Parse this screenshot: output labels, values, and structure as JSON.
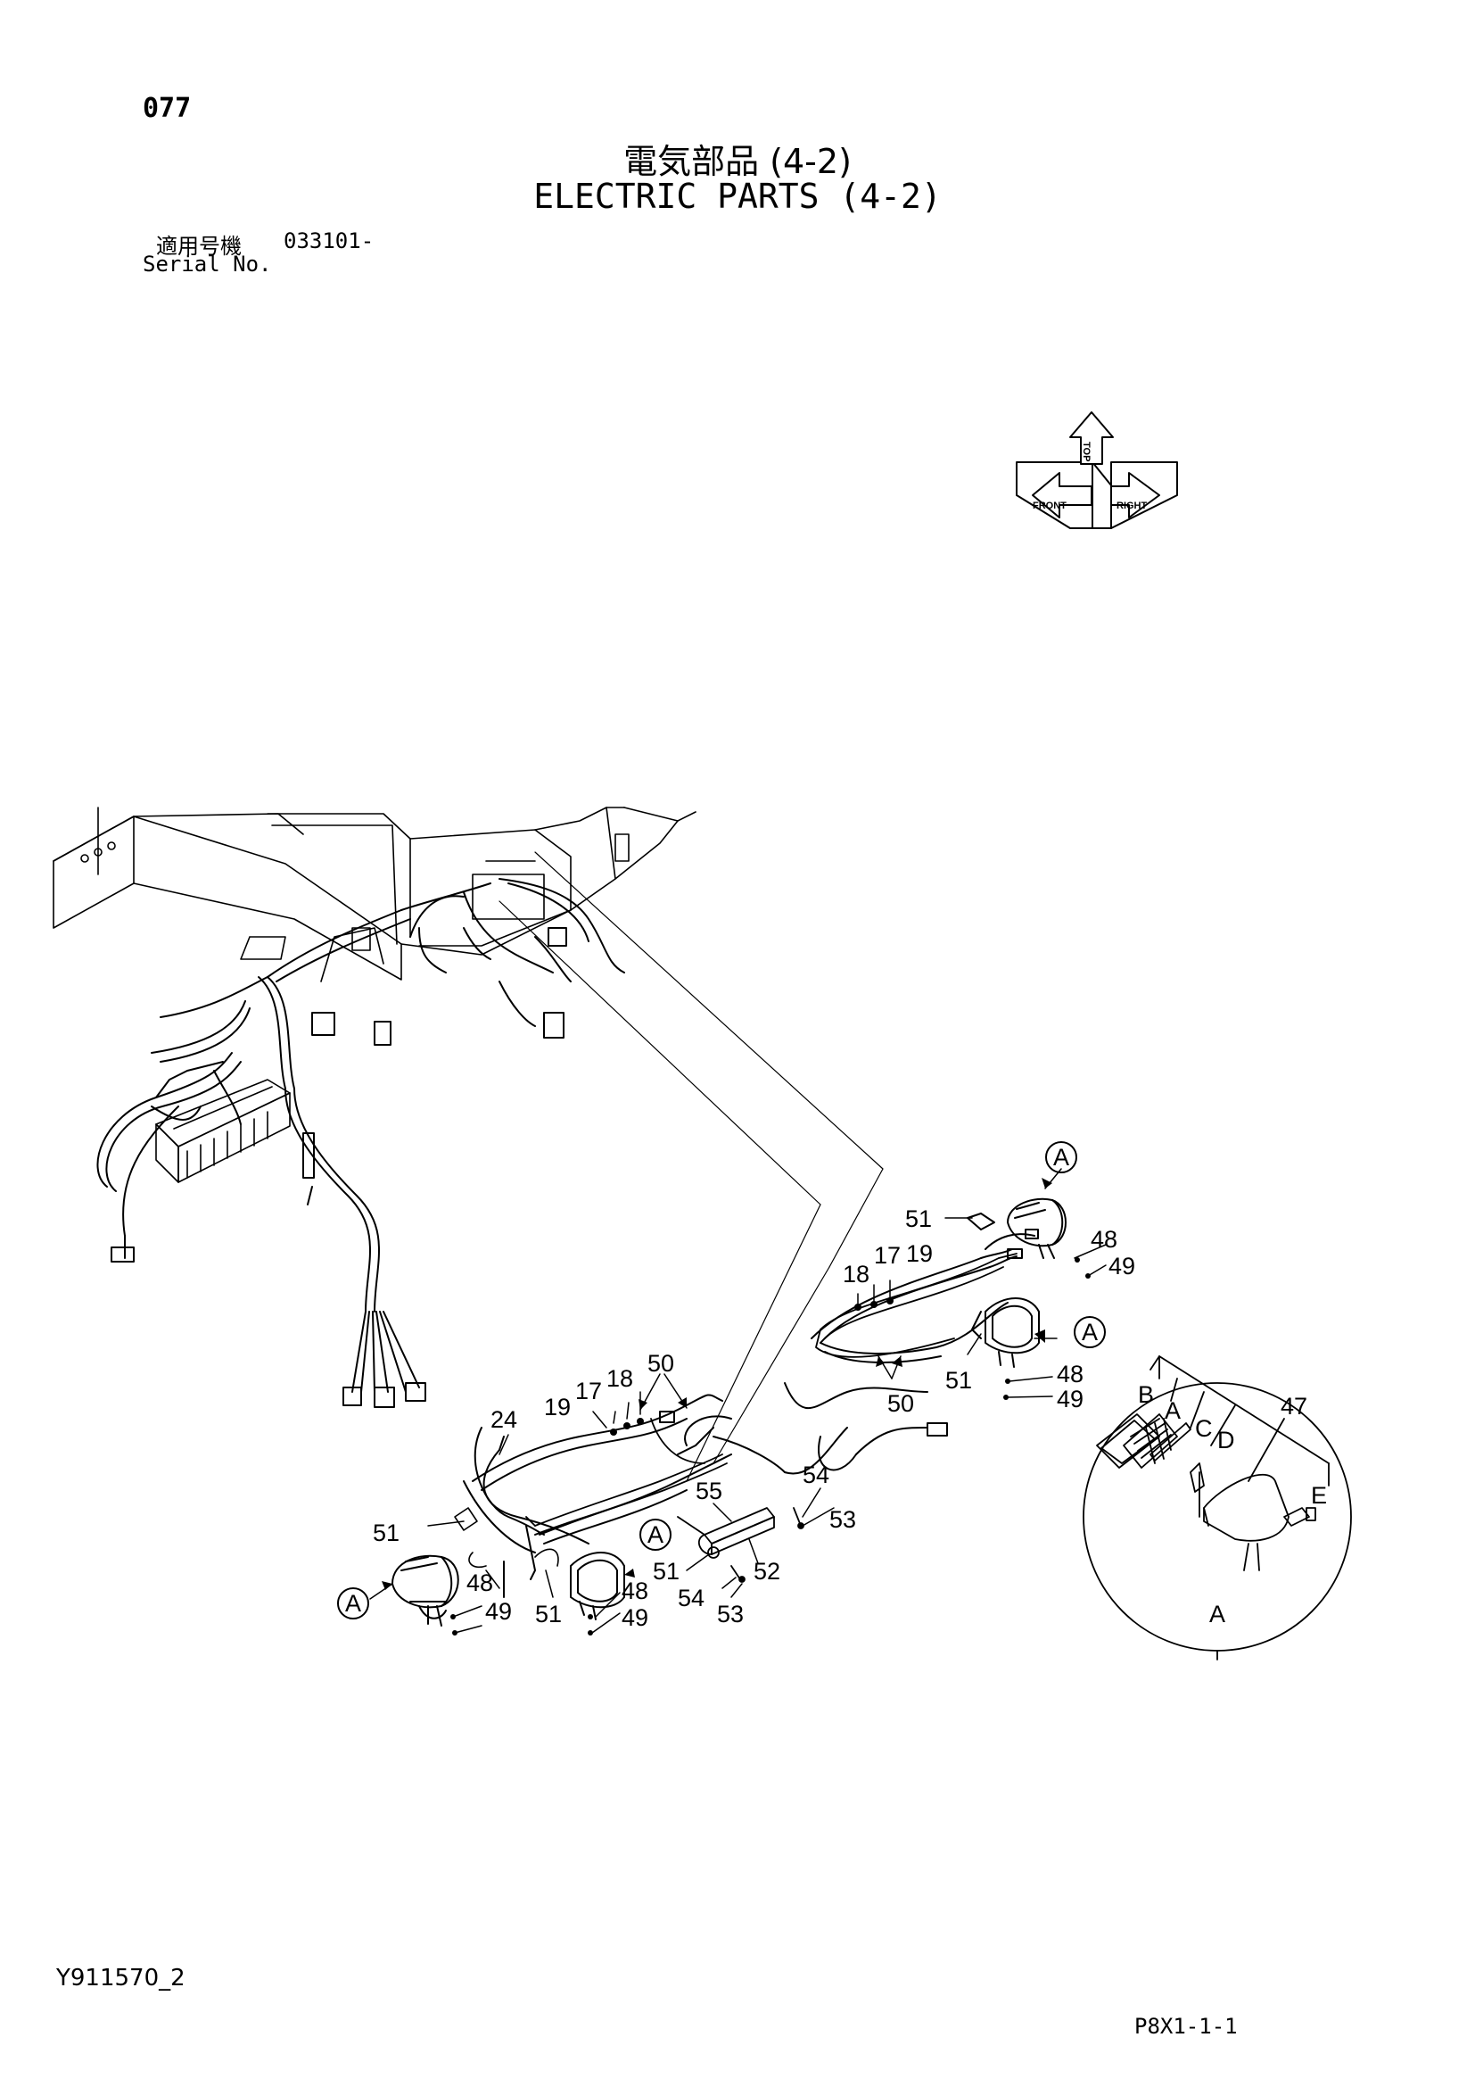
{
  "header": {
    "page_number": "077",
    "title_jp": "電気部品 (4-2)",
    "title_en": "ELECTRIC PARTS (4-2)"
  },
  "serial": {
    "label_jp": "適用号機",
    "value": "033101-",
    "label_en": "Serial No."
  },
  "orientation": {
    "top": "TOP",
    "front": "FRONT",
    "right": "RIGHT"
  },
  "callouts": {
    "c51a": "51",
    "c48a": "48",
    "c49a": "49",
    "c18a": "18",
    "c17a": "17",
    "c19a": "19",
    "c50a": "50",
    "c51b": "51",
    "c48b": "48",
    "c49b": "49",
    "c50b": "50",
    "c19b": "19",
    "c17b": "17",
    "c18b": "18",
    "c24": "24",
    "c55": "55",
    "c54a": "54",
    "c53a": "53",
    "c51c": "51",
    "c48c": "48",
    "c49c": "49",
    "c51d": "51",
    "c48d": "48",
    "c49d": "49",
    "c51e": "51",
    "c52": "52",
    "c54b": "54",
    "c53b": "53",
    "ref_a1": "A",
    "ref_a2": "A",
    "ref_a3": "A",
    "ref_a4": "A",
    "detail_b": "B",
    "detail_a": "A",
    "detail_c": "C",
    "detail_d": "D",
    "detail_47": "47",
    "detail_e": "E",
    "detail_label": "A"
  },
  "footer": {
    "doc_code": "Y911570_2",
    "page_code": "P8X1-1-1"
  }
}
